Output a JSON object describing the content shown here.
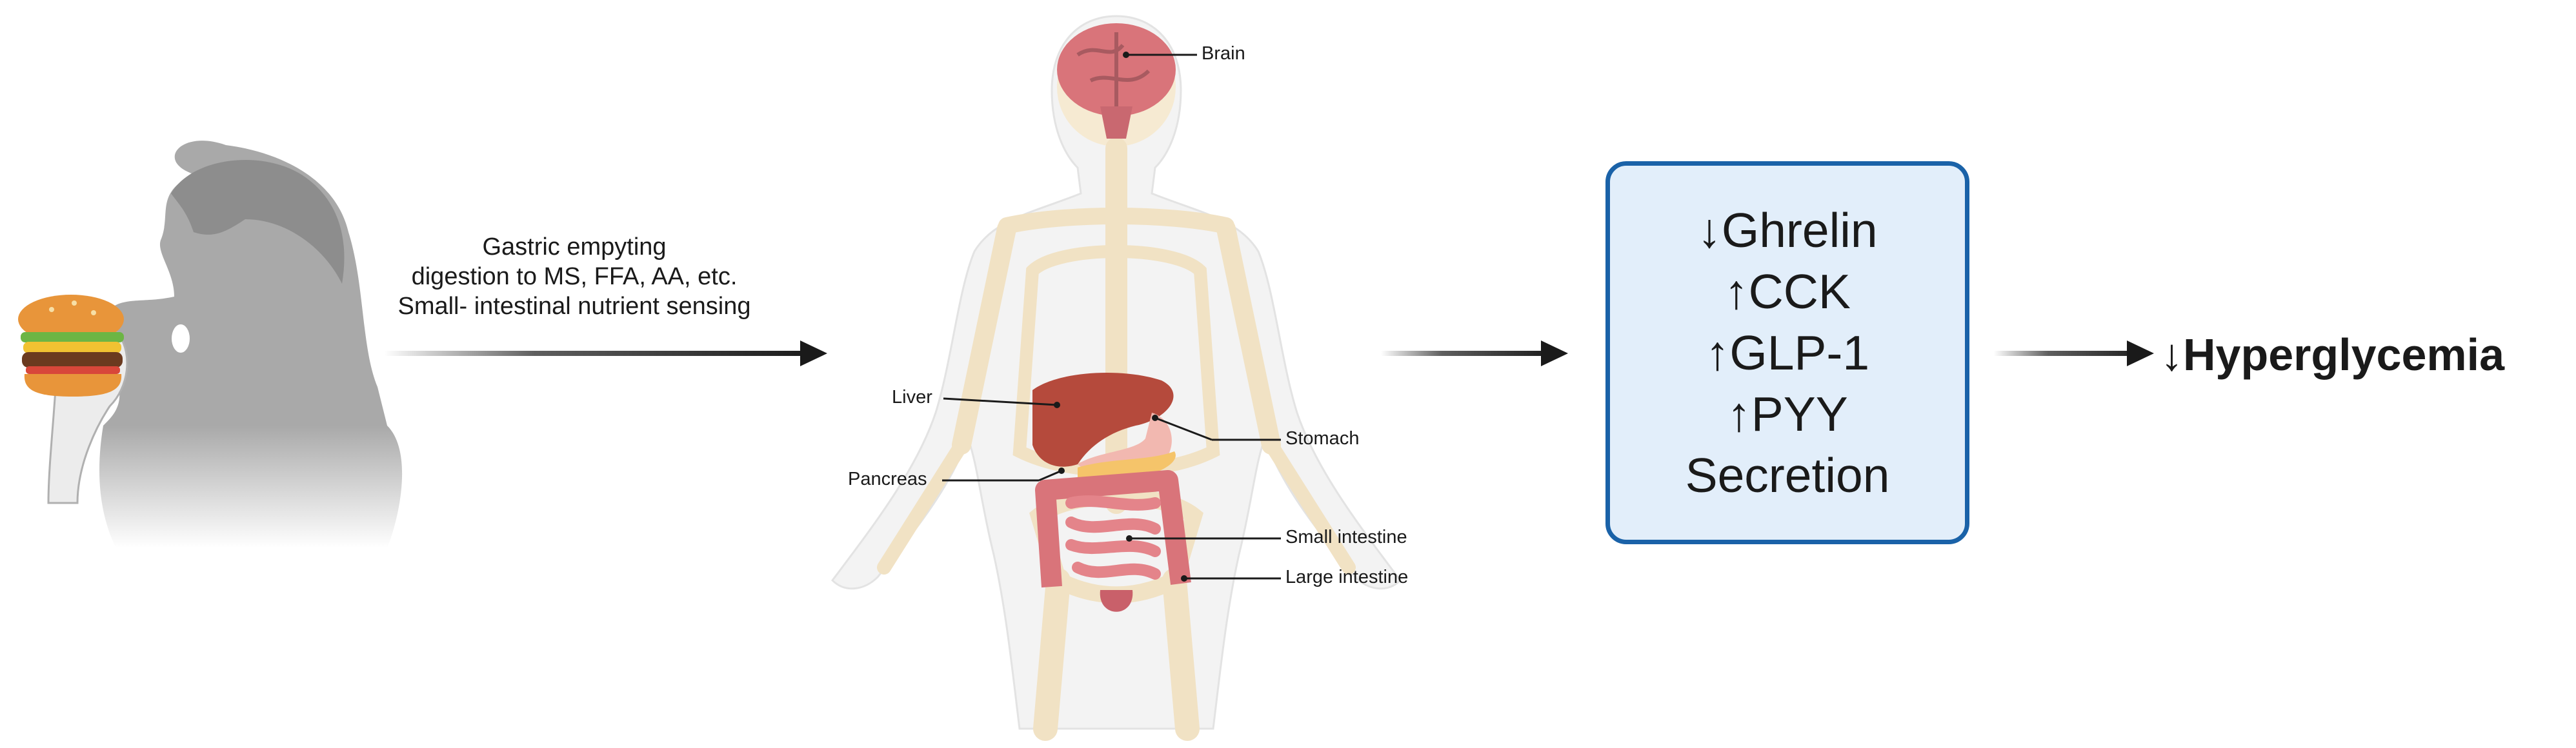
{
  "process": {
    "lines": [
      "Gastric empyting",
      "digestion to MS, FFA, AA, etc.",
      "Small- intestinal nutrient sensing"
    ]
  },
  "organs": {
    "brain": "Brain",
    "liver": "Liver",
    "stomach": "Stomach",
    "pancreas": "Pancreas",
    "small_intestine": "Small intestine",
    "large_intestine": "Large intestine"
  },
  "hormones": {
    "lines": [
      "↓Ghrelin",
      "↑CCK",
      "↑GLP-1",
      "↑PYY",
      "Secretion"
    ]
  },
  "result": "↓Hyperglycemia",
  "colors": {
    "box_border": "#1a62a8",
    "box_fill": "#e2eefa",
    "arrow": "#1a1a1a",
    "silhouette": "#a9a9a9",
    "skeleton": "#f1e2c4",
    "organ_pink": "#d9747a",
    "liver": "#b54a3c"
  }
}
